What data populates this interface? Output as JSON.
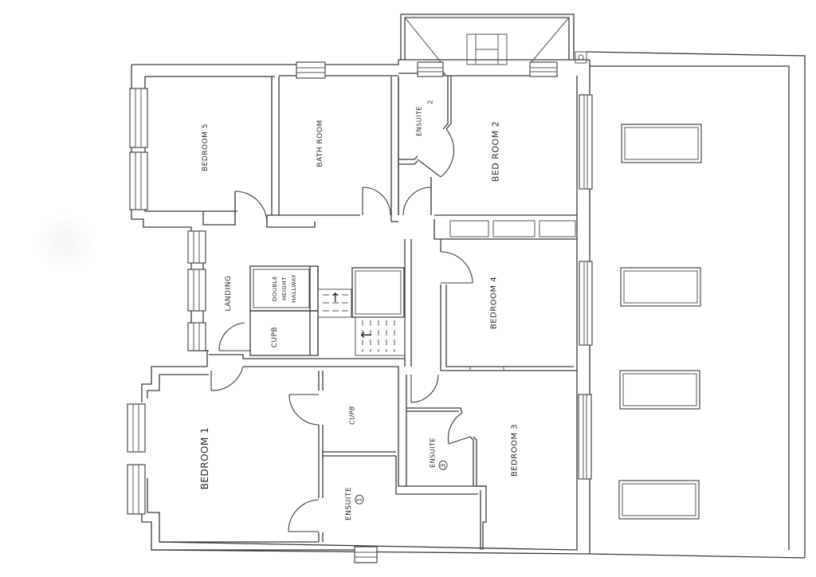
{
  "drawing": {
    "type": "floor plan (first floor)",
    "orientation": "rotated 90 degrees counter-clockwise",
    "line_color": "#3a3a3a",
    "background": "#ffffff"
  },
  "rooms": {
    "bedroom5": {
      "label": "BEDROOM 5"
    },
    "bathroom": {
      "label": "BATH ROOM"
    },
    "ensuite2": {
      "label": "ENSUITE",
      "number": "2"
    },
    "bedroom2": {
      "label": "BED ROOM 2"
    },
    "landing": {
      "label": "LANDING"
    },
    "double_height": {
      "line1": "DOUBLE",
      "line2": "HEIGHT",
      "line3": "HALLWAY"
    },
    "cupb_landing": {
      "label": "CUPB"
    },
    "bedroom4": {
      "label": "BEDROOM 4"
    },
    "bedroom1": {
      "label": "BEDROOM 1"
    },
    "cupb_bedroom1": {
      "label": "CUPB"
    },
    "ensuite1": {
      "label": "ENSUITE",
      "number": "1"
    },
    "ensuite3": {
      "label": "ENSUITE",
      "number": "3"
    },
    "bedroom3": {
      "label": "BEDROOM 3"
    }
  },
  "stairs": {
    "upper_flight_arrow": "↑",
    "lower_flight_arrow": "←"
  },
  "roof_area": {
    "skylights": 4
  }
}
